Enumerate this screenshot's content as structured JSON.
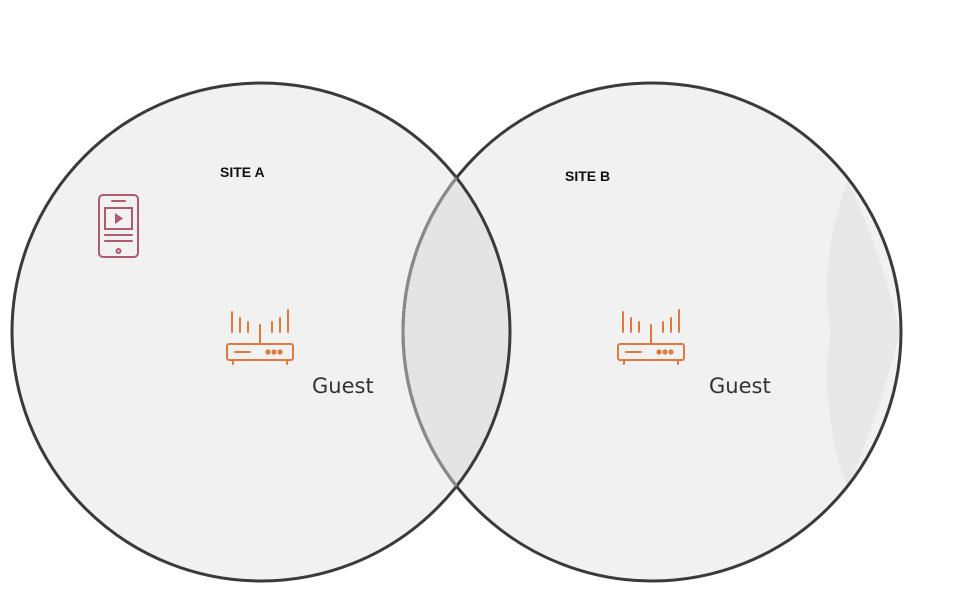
{
  "sites": [
    {
      "label": "SITE A",
      "ssid": "Guest"
    },
    {
      "label": "SITE B",
      "ssid": "Guest"
    }
  ],
  "colors": {
    "background": "#ffffff",
    "coverage_fill": "#f1f1f1",
    "overlap_fill": "#e4e4e4",
    "circle_stroke": "#3a3a3a",
    "overlap_stroke": "#8a8a8a",
    "access_point": "#e07a3c",
    "client_device": "#b05a6e"
  },
  "icons": {
    "access_point": "wireless-access-point-icon",
    "client": "mobile-phone-icon"
  }
}
